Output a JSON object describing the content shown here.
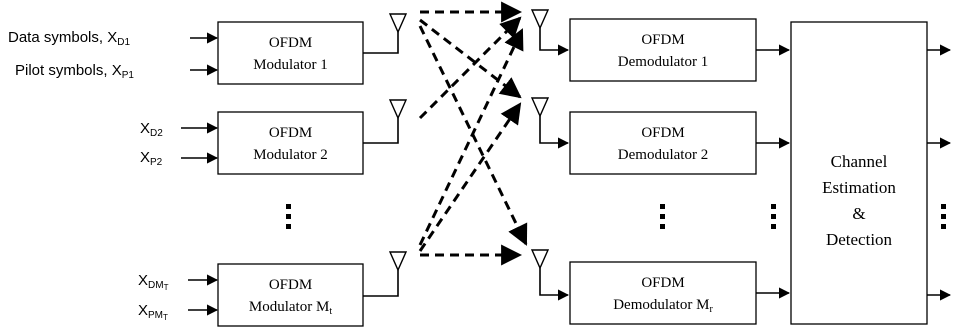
{
  "inputs": {
    "x_d1": {
      "prefix": "Data symbols, ",
      "symbol": "X",
      "sub": "D1"
    },
    "x_p1": {
      "prefix": "Pilot symbols, ",
      "symbol": "X",
      "sub": "P1"
    },
    "x_d2": {
      "symbol": "X",
      "sub": "D2"
    },
    "x_p2": {
      "symbol": "X",
      "sub": "P2"
    },
    "x_dmt": {
      "symbol": "X",
      "sub": "DM",
      "subsub": "T"
    },
    "x_pmt": {
      "symbol": "X",
      "sub": "PM",
      "subsub": "T"
    }
  },
  "modulators": [
    {
      "line1": "OFDM",
      "line2": "Modulator 1"
    },
    {
      "line1": "OFDM",
      "line2": "Modulator 2"
    },
    {
      "line1": "OFDM",
      "line2": "Modulator M",
      "sub": "t"
    }
  ],
  "demodulators": [
    {
      "line1": "OFDM",
      "line2": "Demodulator 1"
    },
    {
      "line1": "OFDM",
      "line2": "Demodulator 2"
    },
    {
      "line1": "OFDM",
      "line2": "Demodulator M",
      "sub": "r"
    }
  ],
  "estimator": {
    "line1": "Channel",
    "line2": "Estimation",
    "line3": "&",
    "line4": "Detection"
  }
}
